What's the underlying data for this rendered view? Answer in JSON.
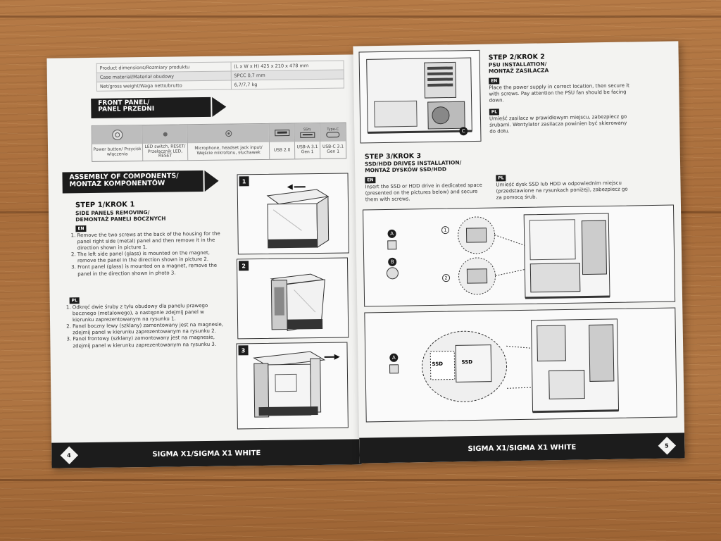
{
  "specs": [
    {
      "label": "Product dimensions/Rozmiary produktu",
      "value": "(L x W x H) 425 x 210 x 478 mm"
    },
    {
      "label": "Case material/Materiał obudowy",
      "value": "SPCC 0,7 mm"
    },
    {
      "label": "Net/gross weight/Waga netto/brutto",
      "value": "6,7/7,7 kg"
    }
  ],
  "front_panel": {
    "title_line1": "FRONT PANEL/",
    "title_line2": "PANEL PRZEDNI",
    "items": [
      {
        "label": "Power button/ Przycisk włączenia",
        "icon": "power-button-icon"
      },
      {
        "label": "LED switch, RESET/ Przełącznik LED, RESET",
        "icon": "led-button-icon"
      },
      {
        "label": "Microphone, headset jack input/ Wejście mikrofonu, słuchawek",
        "icon": "audio-jack-icon"
      },
      {
        "label": "USB 2.0",
        "icon": "usb-port-icon"
      },
      {
        "label": "USB-A 3.1 Gen 1",
        "icon": "usb-a-port-icon",
        "icon_text": "SS⇆"
      },
      {
        "label": "USB-C 3.1 Gen 1",
        "icon": "usb-c-port-icon",
        "icon_text": "Type-C"
      }
    ]
  },
  "assembly": {
    "title_line1": "ASSEMBLY OF COMPONENTS/",
    "title_line2": "MONTAŻ KOMPONENTÓW"
  },
  "step1": {
    "title": "STEP 1/KROK 1",
    "sub_line1": "SIDE PANELS REMOVING/",
    "sub_line2": "DEMONTAŻ PANELI BOCZNYCH",
    "lang_en": "EN",
    "en": [
      "Remove the two screws at the back of the housing for the panel right side (metal) panel and then remove it in the direction shown in picture 1.",
      "The left side panel (glass) is mounted on the magnet, remove the panel in the direction shown in picture 2.",
      "Front panel (glass) is mounted on a magnet, remove the panel in the direction shown in photo 3."
    ],
    "lang_pl": "PL",
    "pl": [
      "Odkręć dwie śruby z tyłu obudowy dla panelu prawego bocznego (metalowego), a następnie zdejmij panel w kierunku zaprezentowanym na rysunku 1.",
      "Panel boczny lewy (szklany) zamontowany jest na magnesie, zdejmij panel w kierunku zaprezentowanym na rysunku 2.",
      "Panel frontowy (szklany) zamontowany jest na magnesie, zdejmij panel w kierunku zaprezentowanym na rysunku 3."
    ],
    "figures": [
      "1",
      "2",
      "3"
    ]
  },
  "step2": {
    "title": "STEP 2/KROK 2",
    "sub_line1": "PSU INSTALLATION/",
    "sub_line2": "MONTAŻ ZASILACZA",
    "lang_en": "EN",
    "en": "Place the power supply in correct location, then secure it with screws. Pay attention the PSU fan should be facing down.",
    "lang_pl": "PL",
    "pl": "Umieść zasilacz w prawidłowym miejscu, zabezpiecz go śrubami. Wentylator zasilacza powinien być skierowany do dołu.",
    "screw_label": "C"
  },
  "step3": {
    "title": "STEP 3/KROK 3",
    "sub_line1": "SSD/HDD DRIVES INSTALLATION/",
    "sub_line2": "MONTAŻ DYSKÓW SSD/HDD",
    "lang_en": "EN",
    "en": "Insert the SSD or HDD drive in dedicated space (presented on the pictures below) and secure them with screws.",
    "lang_pl": "PL",
    "pl": "Umieść dysk SSD lub HDD w odpowiednim miejscu (przedstawione na rysunkach poniżej), zabezpiecz go za pomocą śrub.",
    "screw_a": "A",
    "screw_b": "B",
    "callout_1": "1",
    "callout_2": "2",
    "ssd_label": "SSD"
  },
  "footer": {
    "title": "SIGMA X1/SIGMA X1 WHITE",
    "page_left": "4",
    "page_right": "5"
  }
}
